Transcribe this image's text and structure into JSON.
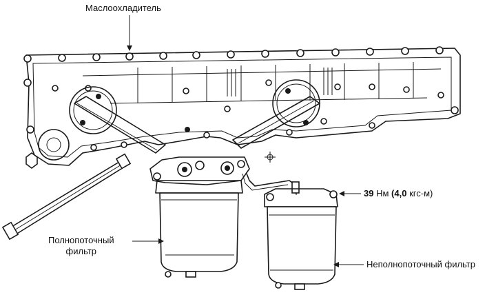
{
  "labels": {
    "oil_cooler": "Маслоохладитель",
    "torque_value": "39",
    "torque_unit": "Нм",
    "torque_kgf_value": "4,0",
    "torque_kgf_unit": "кгс-м",
    "full_flow_filter_line1": "Полнопоточный",
    "full_flow_filter_line2": "фильтр",
    "partial_flow_filter": "Неполнопоточный фильтр"
  }
}
